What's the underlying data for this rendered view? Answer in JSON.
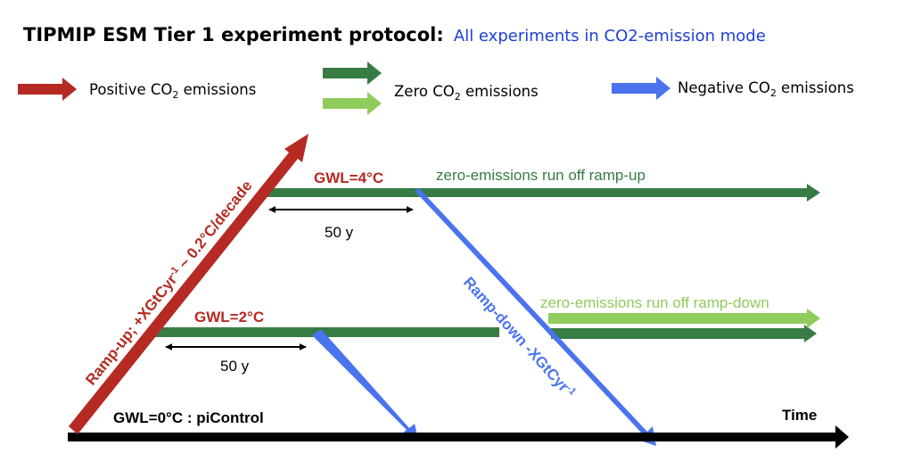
{
  "title": {
    "main": "TIPMIP ESM Tier 1 experiment protocol:",
    "sub": "All experiments in CO2-emission mode"
  },
  "legend": {
    "positive": {
      "prefix": "Positive CO",
      "sub": "2",
      "suffix": " emissions"
    },
    "zero": {
      "prefix": "Zero CO",
      "sub": "2",
      "suffix": " emissions"
    },
    "negative": {
      "prefix": "Negative CO",
      "sub": "2",
      "suffix": " emissions"
    }
  },
  "labels": {
    "gwl4": "GWL=4°C",
    "gwl2": "GWL=2°C",
    "gwl0": "GWL=0°C   : piControl",
    "time": "Time",
    "zec_up": "zero-emissions run off ramp-up",
    "zec_down": "zero-emissions run off ramp-down",
    "fifty_top": "50 y",
    "fifty_bottom": "50 y",
    "ramp_up_main": "Ramp-up; +XGtCyr",
    "ramp_up_sup": "-1",
    "ramp_up_tail": " ~ 0.2°C/decade",
    "ramp_down_main": "Ramp-down -XGtCyr",
    "ramp_down_sup": "-1"
  },
  "colors": {
    "title_sub": "#1f3fd6",
    "positive": "#b52a22",
    "zero_dark": "#367c44",
    "zero_light": "#8fcc5c",
    "negative": "#4a73ee",
    "timeline": "#000000",
    "gwl_label": "#b52a22",
    "zec_label": "#367c44",
    "zec_down_label": "#8fcc5c"
  }
}
